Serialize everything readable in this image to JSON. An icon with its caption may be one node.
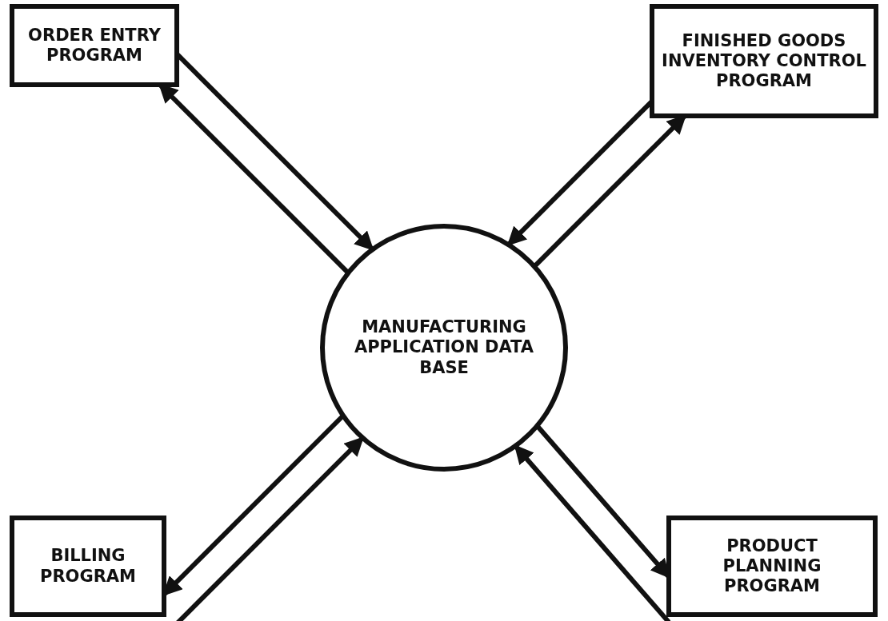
{
  "diagram": {
    "nodes": [
      {
        "text": [
          "ORDER ENTRY PROGRAM"
        ]
      },
      {
        "text": [
          "FINISHED GOODS INVENTORY CONTROL PROGRAM"
        ]
      },
      {
        "text": [
          "MANUFACTURING APPLICATION DATA BASE"
        ]
      },
      {
        "text": [
          "BILLING PROGRAM"
        ]
      },
      {
        "text": [
          "PRODUCT PLANNING PROGRAM"
        ]
      }
    ],
    "edges": [
      {
        "from": 0,
        "to": 2,
        "arrow": "to"
      },
      {
        "from": 2,
        "to": 0,
        "arrow": "to"
      },
      {
        "from": 2,
        "to": 1,
        "arrow": "to"
      },
      {
        "from": 1,
        "to": 2,
        "arrow": "to"
      },
      {
        "from": 2,
        "to": 3,
        "arrow": "to"
      },
      {
        "from": 3,
        "to": 2,
        "arrow": "to"
      },
      {
        "from": 2,
        "to": 4,
        "arrow": "to"
      },
      {
        "from": 4,
        "to": 2,
        "arrow": "to"
      }
    ]
  }
}
